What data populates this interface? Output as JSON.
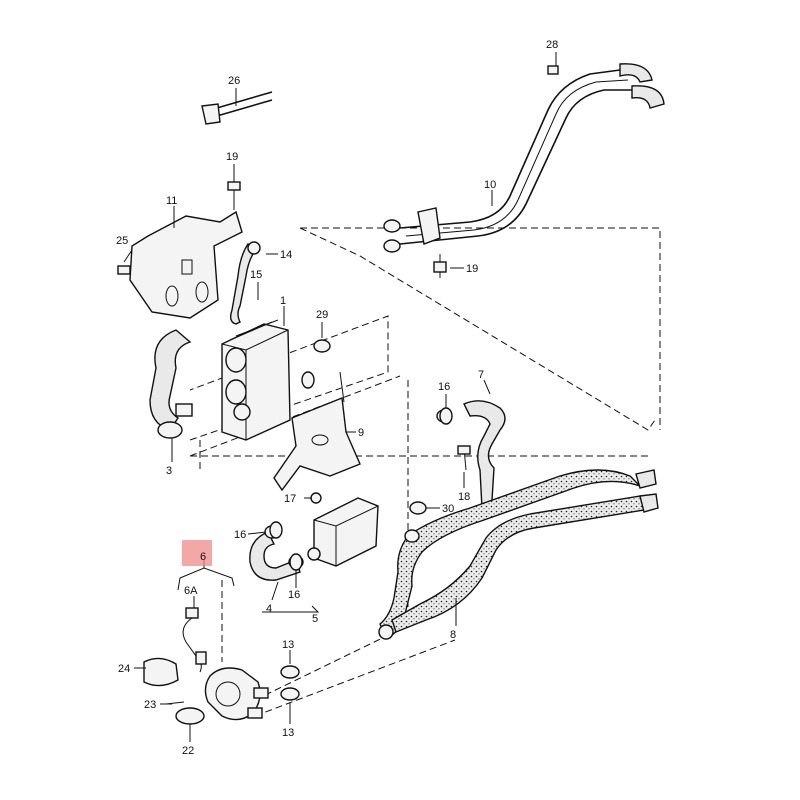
{
  "highlight_color": "#f08a8a",
  "callouts": {
    "c1": "1",
    "c3": "3",
    "c4": "4",
    "c5": "5",
    "c6": "6",
    "c6a": "6A",
    "c7": "7",
    "c8": "8",
    "c9": "9",
    "c10": "10",
    "c11": "11",
    "c13a": "13",
    "c13b": "13",
    "c14": "14",
    "c15": "15",
    "c16a": "16",
    "c16b": "16",
    "c16c": "16",
    "c17": "17",
    "c18": "18",
    "c19a": "19",
    "c19b": "19",
    "c22": "22",
    "c23": "23",
    "c24": "24",
    "c25": "25",
    "c26": "26",
    "c28": "28",
    "c29": "29",
    "c30": "30"
  }
}
